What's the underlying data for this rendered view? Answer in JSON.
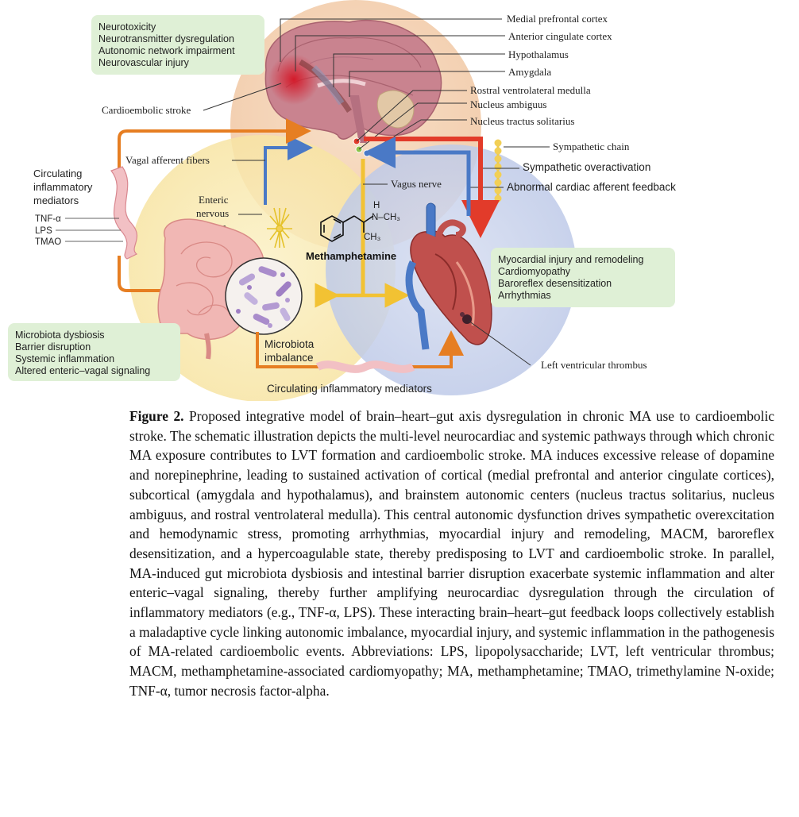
{
  "figure": {
    "brain_effects": [
      "Neurotoxicity",
      "Neurotransmitter dysregulation",
      "Autonomic network impairment",
      "Neurovascular injury"
    ],
    "cardioembolic_stroke": "Cardioembolic stroke",
    "brain_regions": [
      "Medial prefrontal cortex",
      "Anterior cingulate cortex",
      "Hypothalamus",
      "Amygdala",
      "Rostral ventrolateral medulla",
      "Nucleus ambiguus",
      "Nucleus tractus solitarius"
    ],
    "sympathetic_chain": "Sympathetic chain",
    "sympathetic_overactivation": "Sympathetic overactivation",
    "cardiac_feedback": "Abnormal cardiac afferent feedback",
    "vagal_afferent": "Vagal afferent fibers",
    "vagus_nerve": "Vagus nerve",
    "circulating_mediators_lines": [
      "Circulating",
      "inflammatory",
      "mediators"
    ],
    "mediators": [
      "TNF-α",
      "LPS",
      "TMAO"
    ],
    "enteric_lines": [
      "Enteric",
      "nervous",
      "system"
    ],
    "molecule": {
      "name": "Methamphetamine",
      "h": "H",
      "nch3": "N–CH₃",
      "ch3": "CH₃"
    },
    "heart_effects": [
      "Myocardial injury and remodeling",
      "Cardiomyopathy",
      "Baroreflex desensitization",
      "Arrhythmias"
    ],
    "gut_effects": [
      "Microbiota dysbiosis",
      "Barrier disruption",
      "Systemic inflammation",
      "Altered enteric–vagal signaling"
    ],
    "microbiota_lines": [
      "Microbiota",
      "imbalance"
    ],
    "left_ventricular_thrombus": "Left ventricular thrombus",
    "circulating_bottom": "Circulating inflammatory mediators",
    "colors": {
      "brain_circle": "#f3d3b4",
      "gut_circle": "#faecb6",
      "heart_circle": "#c9d3ec",
      "green_box": "#dff0d6",
      "orange_arrow": "#e67e22",
      "blue_arrow": "#4a79c6",
      "red_arrow": "#e23b2a",
      "yellow_arrow": "#f2c233"
    }
  },
  "caption": {
    "label": "Figure 2.",
    "text": "Proposed integrative model of brain–heart–gut axis dysregulation in chronic MA use to cardioembolic stroke. The schematic illustration depicts the multi-level neurocardiac and systemic pathways through which chronic MA exposure contributes to LVT formation and cardioembolic stroke. MA induces excessive release of dopamine and norepinephrine, leading to sustained activation of cortical (medial prefrontal and anterior cingulate cortices), subcortical (amygdala and hypothalamus), and brainstem autonomic centers (nucleus tractus solitarius, nucleus ambiguus, and rostral ventrolateral medulla). This central autonomic dysfunction drives sympathetic overexcitation and hemodynamic stress, promoting arrhythmias, myocardial injury and remodeling, MACM, baroreflex desensitization, and a hypercoagulable state, thereby predisposing to LVT and cardioembolic stroke. In parallel, MA-induced gut microbiota dysbiosis and intestinal barrier disruption exacerbate systemic inflammation and alter enteric–vagal signaling, thereby further amplifying neurocardiac dysregulation through the circulation of inflammatory mediators (e.g., TNF-α, LPS). These interacting brain–heart–gut feedback loops collectively establish a maladaptive cycle linking autonomic imbalance, myocardial injury, and systemic inflammation in the pathogenesis of MA-related cardioembolic events. Abbreviations: LPS, lipopolysaccharide; LVT, left ventricular thrombus; MACM, methamphetamine-associated cardiomyopathy; MA, methamphetamine; TMAO, trimethylamine N-oxide; TNF-α, tumor necrosis factor-alpha."
  }
}
